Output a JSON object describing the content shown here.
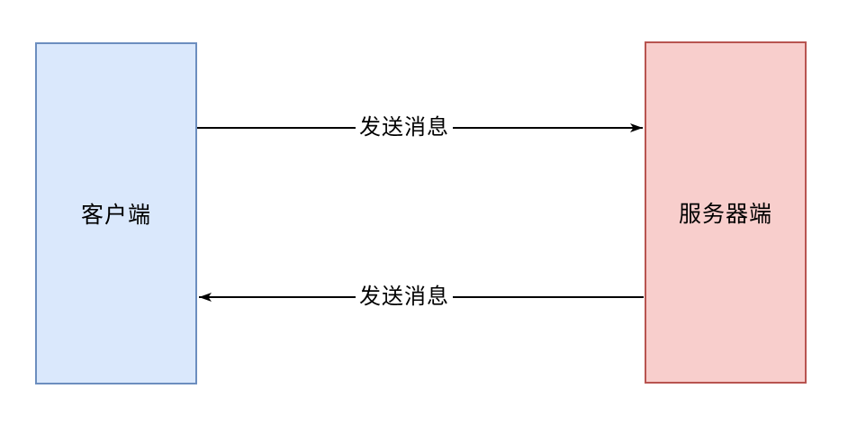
{
  "diagram": {
    "type": "client-server message flow",
    "canvas_background": "#ffffff",
    "nodes": {
      "client": {
        "label": "客户端",
        "fill": "#dae8fc",
        "stroke": "#6c8ebf"
      },
      "server": {
        "label": "服务器端",
        "fill": "#f8cecc",
        "stroke": "#b85450"
      }
    },
    "edges": {
      "top": {
        "label": "发送消息",
        "direction": "right",
        "from": "client",
        "to": "server"
      },
      "bottom": {
        "label": "发送消息",
        "direction": "left",
        "from": "server",
        "to": "client"
      }
    },
    "colors": {
      "arrow": "#000000",
      "text": "#000000"
    }
  }
}
